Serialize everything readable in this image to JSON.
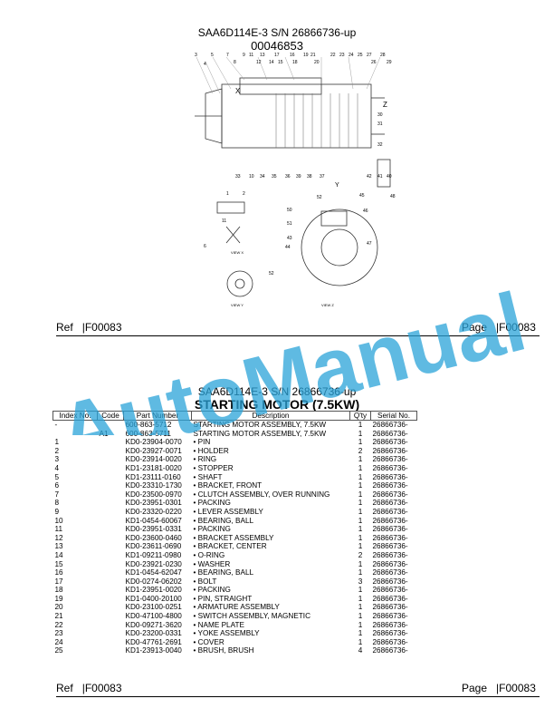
{
  "header": {
    "model_line": "SAA6D114E-3 S/N 26866736-up",
    "figure_number": "00046853"
  },
  "diagram": {
    "callouts": [
      "3",
      "4",
      "5",
      "7",
      "8",
      "9",
      "11",
      "13",
      "12",
      "14",
      "15",
      "17",
      "16",
      "18",
      "19",
      "21",
      "20",
      "22",
      "23",
      "24",
      "25",
      "26",
      "27",
      "28",
      "29",
      "30",
      "31",
      "32",
      "33",
      "34",
      "35",
      "36",
      "37",
      "38",
      "39",
      "40",
      "41",
      "42",
      "10",
      "1",
      "2",
      "6",
      "11",
      "48",
      "52",
      "45",
      "46",
      "47",
      "43",
      "44",
      "50",
      "51",
      "X",
      "Z",
      "Y"
    ],
    "view_x_label": "VIEW X",
    "view_y_label": "VIEW Y",
    "view_z_label": "VIEW Z"
  },
  "footer_top": {
    "ref_label": "Ref",
    "ref_value": "|F00083",
    "page_label": "Page",
    "page_value": "|F00083"
  },
  "parts_section": {
    "model_line": "SAA6D114E-3 S/N 26866736-up",
    "title": "STARTING MOTOR (7.5KW)",
    "columns": [
      "Index No.",
      "Code",
      "Part Number",
      "Description",
      "Q'ty",
      "Serial No."
    ],
    "rows": [
      [
        "-",
        "",
        "600-863-5712",
        "STARTING MOTOR ASSEMBLY, 7.5KW",
        "1",
        "26866736-"
      ],
      [
        "",
        "A1",
        "600-863-5711",
        "STARTING MOTOR ASSEMBLY, 7.5KW",
        "1",
        "26866736-"
      ],
      [
        "1",
        "",
        "KD0-23904-0070",
        "• PIN",
        "1",
        "26866736-"
      ],
      [
        "2",
        "",
        "KD0-23927-0071",
        "• HOLDER",
        "2",
        "26866736-"
      ],
      [
        "3",
        "",
        "KD0-23914-0020",
        "• RING",
        "1",
        "26866736-"
      ],
      [
        "4",
        "",
        "KD1-23181-0020",
        "• STOPPER",
        "1",
        "26866736-"
      ],
      [
        "5",
        "",
        "KD1-23111-0160",
        "• SHAFT",
        "1",
        "26866736-"
      ],
      [
        "6",
        "",
        "KD0-23310-1730",
        "• BRACKET, FRONT",
        "1",
        "26866736-"
      ],
      [
        "7",
        "",
        "KD0-23500-0970",
        "• CLUTCH ASSEMBLY, OVER RUNNING",
        "1",
        "26866736-"
      ],
      [
        "8",
        "",
        "KD0-23951-0301",
        "• PACKING",
        "1",
        "26866736-"
      ],
      [
        "9",
        "",
        "KD0-23320-0220",
        "• LEVER ASSEMBLY",
        "1",
        "26866736-"
      ],
      [
        "10",
        "",
        "KD1-0454-60067",
        "• BEARING, BALL",
        "1",
        "26866736-"
      ],
      [
        "11",
        "",
        "KD0-23951-0331",
        "• PACKING",
        "1",
        "26866736-"
      ],
      [
        "12",
        "",
        "KD0-23600-0460",
        "• BRACKET ASSEMBLY",
        "1",
        "26866736-"
      ],
      [
        "13",
        "",
        "KD0-23611-0690",
        "• BRACKET, CENTER",
        "1",
        "26866736-"
      ],
      [
        "14",
        "",
        "KD1-09211-0980",
        "• O-RING",
        "2",
        "26866736-"
      ],
      [
        "15",
        "",
        "KD0-23921-0230",
        "• WASHER",
        "1",
        "26866736-"
      ],
      [
        "16",
        "",
        "KD1-0454-62047",
        "• BEARING, BALL",
        "1",
        "26866736-"
      ],
      [
        "17",
        "",
        "KD0-0274-06202",
        "• BOLT",
        "3",
        "26866736-"
      ],
      [
        "18",
        "",
        "KD1-23951-0020",
        "• PACKING",
        "1",
        "26866736-"
      ],
      [
        "19",
        "",
        "KD1-0400-20100",
        "• PIN, STRAIGHT",
        "1",
        "26866736-"
      ],
      [
        "20",
        "",
        "KD0-23100-0251",
        "• ARMATURE ASSEMBLY",
        "1",
        "26866736-"
      ],
      [
        "21",
        "",
        "KD0-47100-4800",
        "• SWITCH ASSEMBLY, MAGNETIC",
        "1",
        "26866736-"
      ],
      [
        "22",
        "",
        "KD0-09271-3620",
        "• NAME PLATE",
        "1",
        "26866736-"
      ],
      [
        "23",
        "",
        "KD0-23200-0331",
        "• YOKE ASSEMBLY",
        "1",
        "26866736-"
      ],
      [
        "24",
        "",
        "KD0-47761-2691",
        "• COVER",
        "1",
        "26866736-"
      ],
      [
        "25",
        "",
        "KD1-23913-0040",
        "• BRUSH, BRUSH",
        "4",
        "26866736-"
      ]
    ]
  },
  "footer_bottom": {
    "ref_label": "Ref",
    "ref_value": "|F00083",
    "page_label": "Page",
    "page_value": "|F00083"
  },
  "watermark": {
    "text": "AutoManual",
    "color": "#29a3d8"
  }
}
